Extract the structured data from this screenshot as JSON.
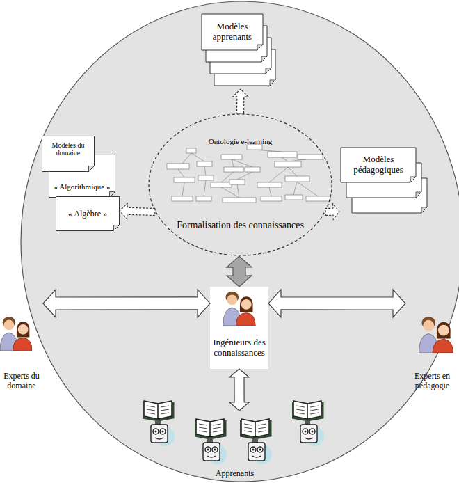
{
  "diagram": {
    "nodes": [
      {
        "text": [
          "Modèles apprenants"
        ]
      },
      {
        "text": [
          "Modèles du domaine"
        ]
      },
      {
        "text": [
          "« Algorithmique »"
        ]
      },
      {
        "text": [
          "« Algèbre »"
        ]
      },
      {
        "text": [
          "Ontologie e-learning",
          "Formalisation des connaissances"
        ]
      },
      {
        "text": [
          "Modèles pédagogiques"
        ]
      },
      {
        "text": [
          "Ingénieurs des connaissances"
        ]
      },
      {
        "text": [
          "Experts du domaine"
        ]
      },
      {
        "text": [
          "Experts en pédagogie"
        ]
      },
      {
        "text": [
          "Apprenants"
        ]
      }
    ],
    "edges": [
      {
        "from": 4,
        "to": 0,
        "arrow": "to"
      },
      {
        "from": 4,
        "to": 3,
        "arrow": "to"
      },
      {
        "from": 4,
        "to": 5,
        "arrow": "to"
      },
      {
        "from": 6,
        "to": 4,
        "arrow": "both"
      },
      {
        "from": 7,
        "to": 6,
        "arrow": "both"
      },
      {
        "from": 6,
        "to": 8,
        "arrow": "both"
      },
      {
        "from": 6,
        "to": 9,
        "arrow": "both"
      }
    ]
  }
}
